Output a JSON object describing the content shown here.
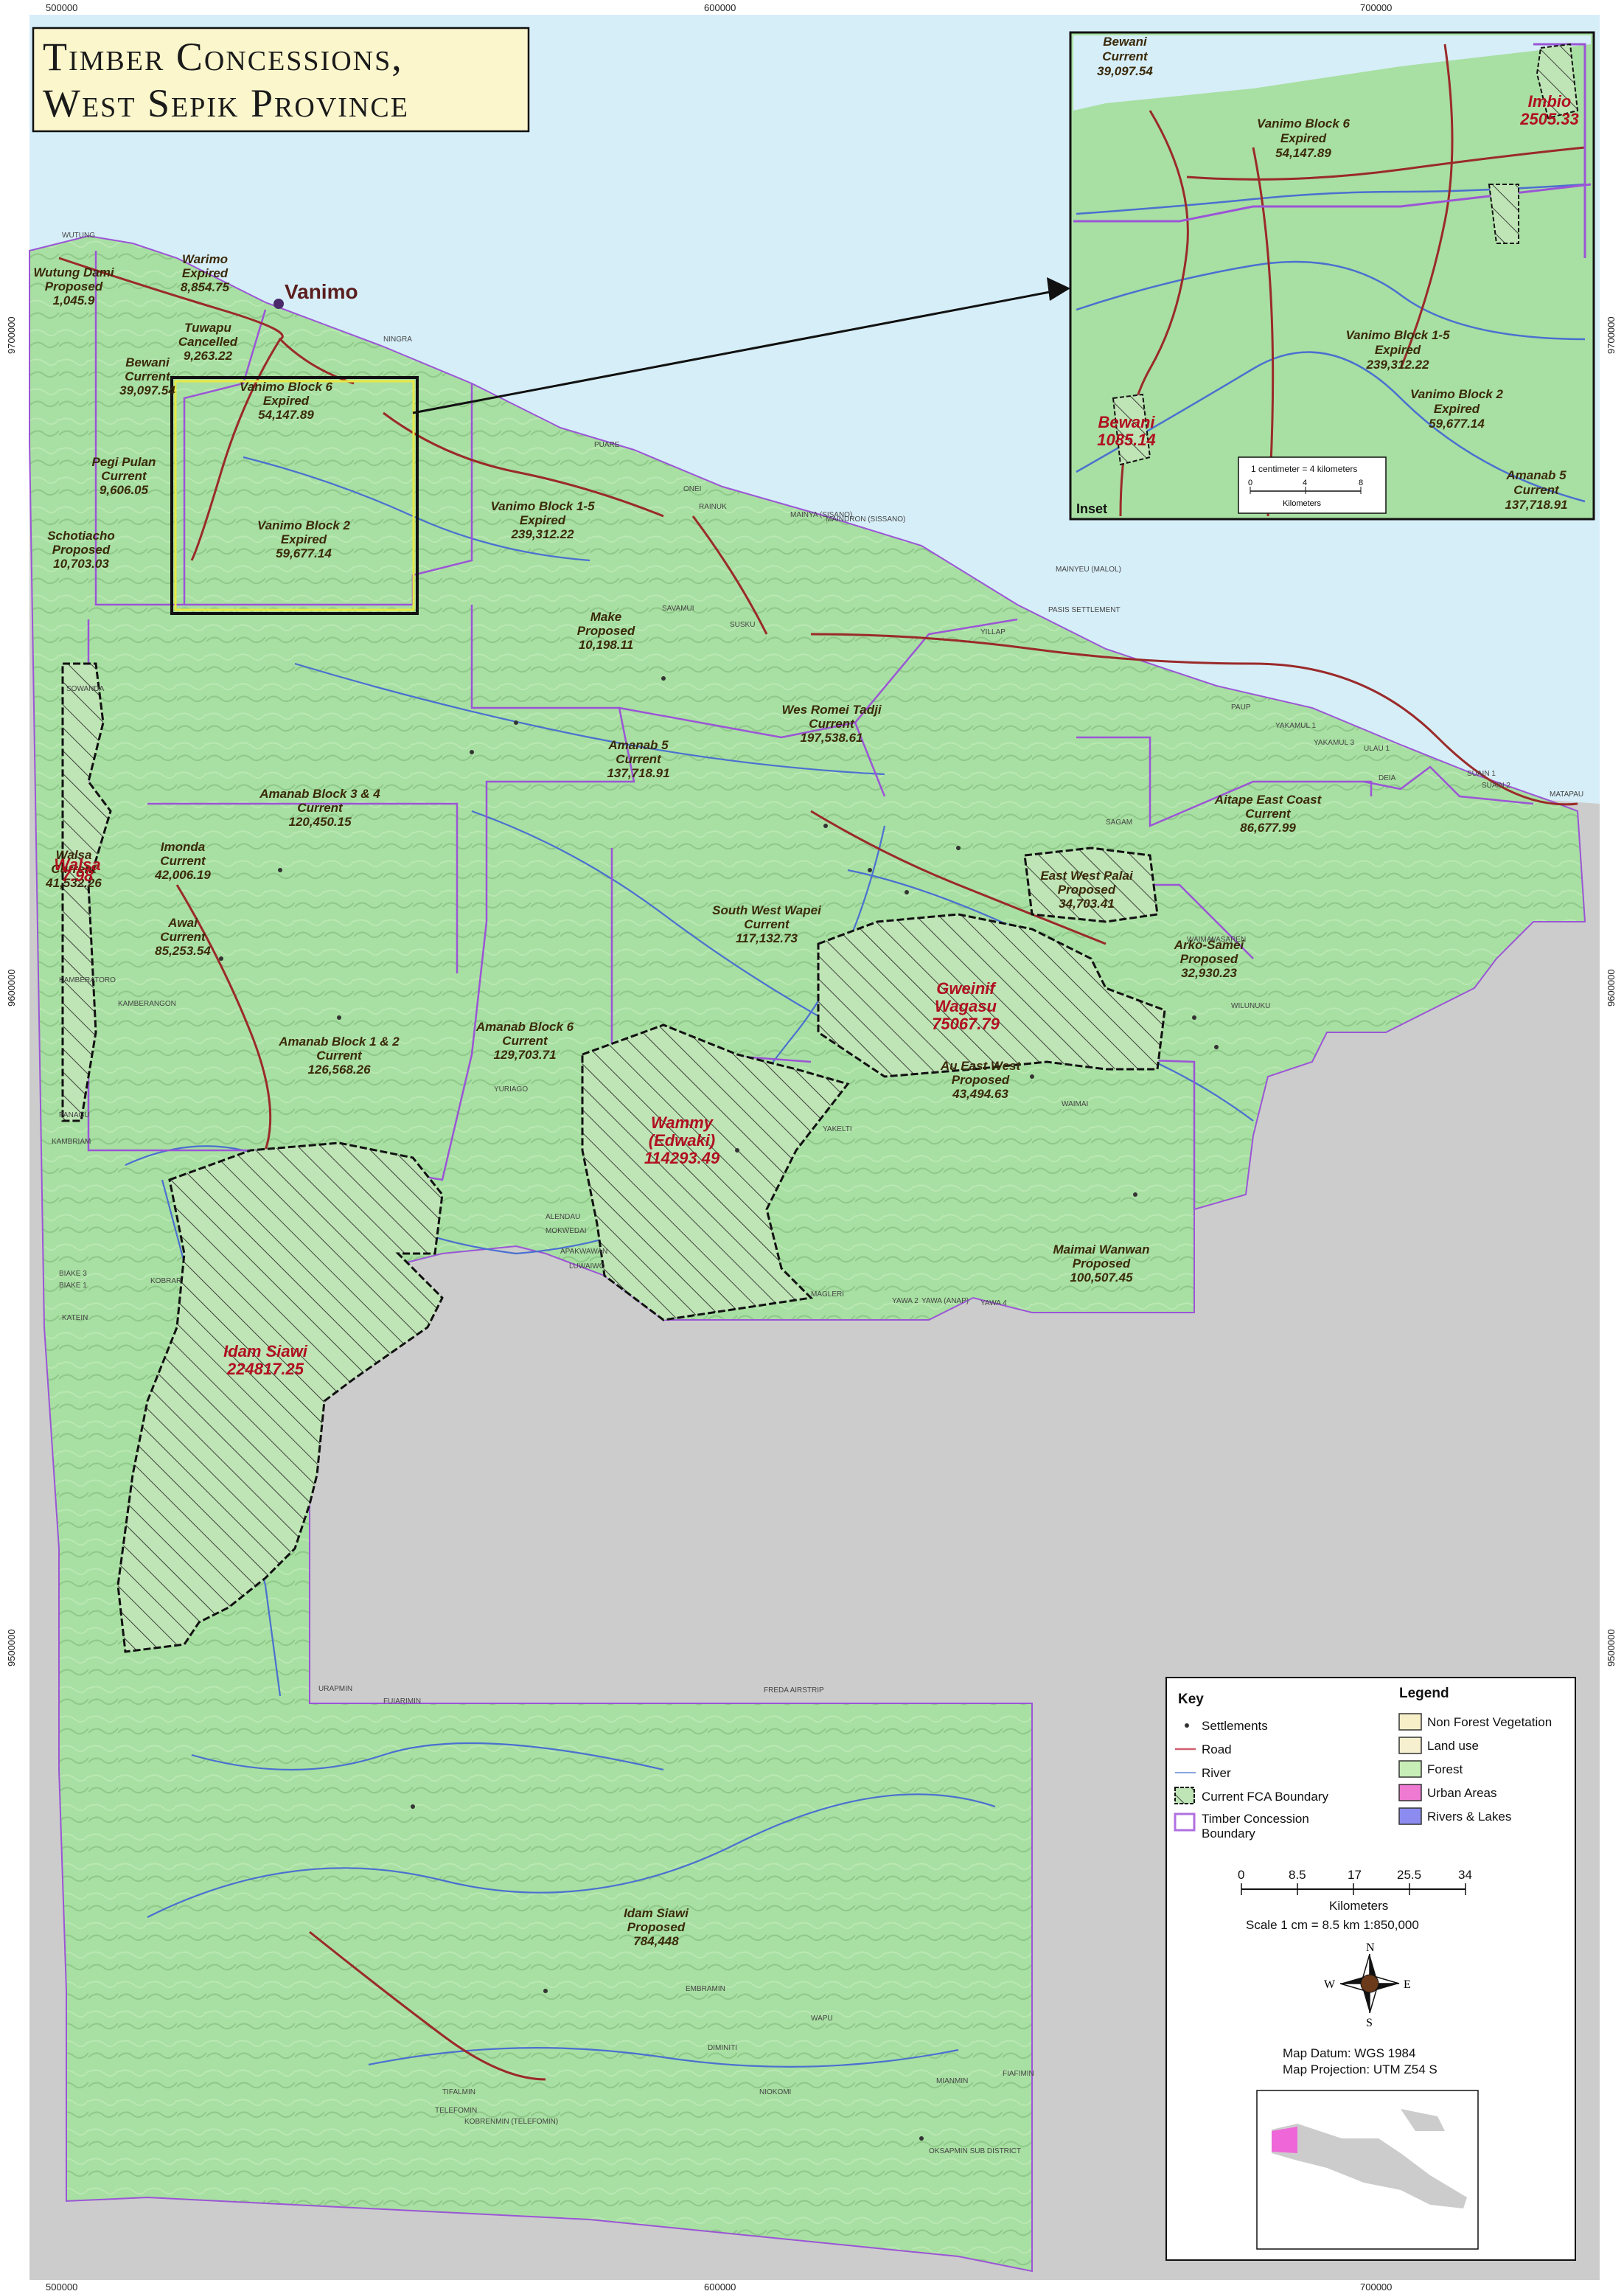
{
  "title": {
    "line1": "Timber Concessions,",
    "line2": "West Sepik Province"
  },
  "grid_labels": {
    "top": [
      "500000",
      "600000",
      "700000"
    ],
    "bottom": [
      "500000",
      "600000",
      "700000"
    ],
    "left": [
      "9700000",
      "9600000",
      "9500000"
    ],
    "right": [
      "9700000",
      "9600000",
      "9500000"
    ]
  },
  "city": "Vanimo",
  "concessions": [
    {
      "name": "Wutung Dami",
      "status": "Proposed",
      "area": "1,045.9"
    },
    {
      "name": "Warimo",
      "status": "Expired",
      "area": "8,854.75"
    },
    {
      "name": "Tuwapu",
      "status": "Cancelled",
      "area": "9,263.22"
    },
    {
      "name": "Bewani",
      "status": "Current",
      "area": "39,097.54"
    },
    {
      "name": "Vanimo Block 6",
      "status": "Expired",
      "area": "54,147.89"
    },
    {
      "name": "Pegi Pulan",
      "status": "Current",
      "area": "9,606.05"
    },
    {
      "name": "Schotiacho",
      "status": "Proposed",
      "area": "10,703.03"
    },
    {
      "name": "Vanimo Block 2",
      "status": "Expired",
      "area": "59,677.14"
    },
    {
      "name": "Vanimo Block 1-5",
      "status": "Expired",
      "area": "239,312.22"
    },
    {
      "name": "Make",
      "status": "Proposed",
      "area": "10,198.11"
    },
    {
      "name": "Wes Romei Tadji",
      "status": "Current",
      "area": "197,538.61"
    },
    {
      "name": "Amanab 5",
      "status": "Current",
      "area": "137,718.91"
    },
    {
      "name": "Amanab Block 3 & 4",
      "status": "Current",
      "area": "120,450.15"
    },
    {
      "name": "Imonda",
      "status": "Current",
      "area": "42,006.19"
    },
    {
      "name": "Walsa",
      "status": "Current",
      "area": "41,532.26"
    },
    {
      "name": "Awai",
      "status": "Current",
      "area": "85,253.54"
    },
    {
      "name": "South West Wapei",
      "status": "Current",
      "area": "117,132.73"
    },
    {
      "name": "East West Palai",
      "status": "Proposed",
      "area": "34,703.41"
    },
    {
      "name": "Aitape East Coast",
      "status": "Current",
      "area": "86,677.99"
    },
    {
      "name": "Arko-Samei",
      "status": "Proposed",
      "area": "32,930.23"
    },
    {
      "name": "Amanab Block 1 & 2",
      "status": "Current",
      "area": "126,568.26"
    },
    {
      "name": "Amanab Block 6",
      "status": "Current",
      "area": "129,703.71"
    },
    {
      "name": "Au East West",
      "status": "Proposed",
      "area": "43,494.63"
    },
    {
      "name": "Maimai Wanwan",
      "status": "Proposed",
      "area": "100,507.45"
    },
    {
      "name": "Idam Siawi",
      "status": "Proposed",
      "area": "784,448"
    }
  ],
  "fca": [
    {
      "name1": "Gweinif",
      "name2": "Wagasu",
      "area": "75067.79"
    },
    {
      "name1": "Wammy",
      "name2": "(Edwaki)",
      "area": "114293.49"
    },
    {
      "name1": "Idam Siawi",
      "name2": "",
      "area": "224817.25"
    },
    {
      "name1": "Walsa",
      "name2": "",
      "area": "7.98"
    }
  ],
  "inset": {
    "label": "Inset",
    "scale_text": "1 centimeter = 4 kilometers",
    "scale_ticks": [
      "0",
      "4",
      "8"
    ],
    "scale_unit": "Kilometers",
    "concessions": [
      {
        "name": "Bewani",
        "status": "Current",
        "area": "39,097.54"
      },
      {
        "name": "Vanimo Block 6",
        "status": "Expired",
        "area": "54,147.89"
      },
      {
        "name": "Vanimo Block 1-5",
        "status": "Expired",
        "area": "239,312.22"
      },
      {
        "name": "Vanimo Block 2",
        "status": "Expired",
        "area": "59,677.14"
      },
      {
        "name": "Amanab 5",
        "status": "Current",
        "area": "137,718.91"
      }
    ],
    "fca": [
      {
        "name": "Imbio",
        "area": "2505.33"
      },
      {
        "name": "Bewani",
        "area": "1085.14"
      }
    ]
  },
  "towns": [
    "WUTUNG",
    "NINGRA",
    "PUARE",
    "ONEI",
    "RAINUK",
    "MAINYA (SISANO)",
    "MAINDRON (SISSANO)",
    "MAINYEU (MALOL)",
    "PASIS SETTLEMENT",
    "PAUP",
    "YAKAMUL 1",
    "YAKAMUL 3",
    "ULAU 1",
    "SUAIN 1",
    "SUAIN 2",
    "MATAPAU",
    "SAVAMUI",
    "SUSKU",
    "YILLAP",
    "SAGAM",
    "DEIA",
    "SOWANDA",
    "WAIMAI",
    "WASAREN",
    "WILUNUKU",
    "KAMBERATORO",
    "KAMBRIAM",
    "PANAGU",
    "BIAKE 3",
    "BIAKE 1",
    "KOBRAR",
    "KATEIN",
    "ALENDAU",
    "MOKWEDAI",
    "LUWAIWO",
    "APAKWAWAN",
    "YAKELTI",
    "MAGLERI",
    "YAWA 2",
    "YAWA (ANAP)",
    "YAWA 4",
    "KAMBERANGON",
    "WAIMAI",
    "YURIAGO",
    "URAPMIN",
    "FUIARIMIN",
    "FREDA AIRSTRIP",
    "TELEFOMIN",
    "TIFALMIN",
    "KOBRENMIN (TELEFOMIN)",
    "DIMINITI",
    "OKSAPMIN SUB DISTRICT",
    "FIAFIMIN",
    "NIOKOMI",
    "MIANMIN",
    "EMBRAMIN",
    "WAPU"
  ],
  "key": {
    "heading": "Key",
    "items": [
      "Settlements",
      "Road",
      "River",
      "Current FCA Boundary",
      "Timber Concession",
      "Boundary"
    ]
  },
  "legend": {
    "heading": "Legend",
    "items": [
      {
        "label": "Non Forest Vegetation",
        "color": "#f6efc8"
      },
      {
        "label": "Land use",
        "color": "#f6f0d0"
      },
      {
        "label": "Forest",
        "color": "#c7eeb6"
      },
      {
        "label": "Urban Areas",
        "color": "#ee7ad1"
      },
      {
        "label": "Rivers & Lakes",
        "color": "#8c8cf0"
      }
    ]
  },
  "scale": {
    "ticks": [
      "0",
      "8.5",
      "17",
      "25.5",
      "34"
    ],
    "unit": "Kilometers",
    "text": "Scale  1 cm = 8.5 km    1:850,000"
  },
  "compass": {
    "n": "N",
    "s": "S",
    "e": "E",
    "w": "W"
  },
  "datum": {
    "line1": "Map Datum: WGS 1984",
    "line2": "Map Projection: UTM Z54 S"
  },
  "colors": {
    "sea": "#d6eef8",
    "land": "#a6dea0",
    "outside": "#cccccc",
    "road": "#9a2a2a",
    "river": "#4a70d0",
    "boundary": "#9b55d6",
    "fca_label": "#b01020"
  }
}
